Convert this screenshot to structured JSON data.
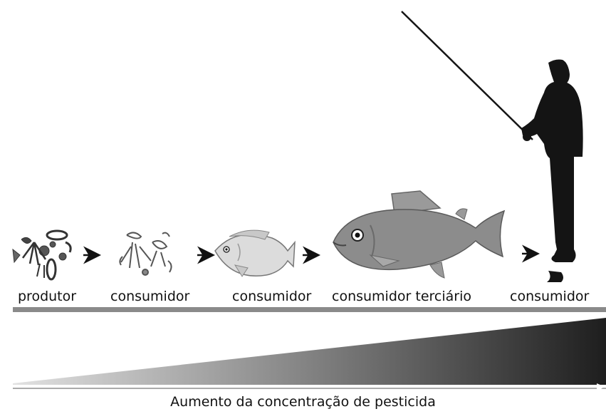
{
  "chain": {
    "labels": [
      "produtor",
      "consumidor",
      "consumidor",
      "consumidor terciário",
      "consumidor"
    ]
  },
  "caption": "Aumento da concentração de pesticida",
  "colors": {
    "silhouette": "#141414",
    "fish_large": "#8c8c8c",
    "fish_small": "#d9d9d9",
    "bar": "#8a8a8a",
    "wedge_dark": "#1e1e1e",
    "wedge_light": "#e2e2e2"
  },
  "icons": [
    "plankton-icon",
    "zooplankton-icon",
    "small-fish-icon",
    "large-fish-icon",
    "fisherman-icon",
    "arrow-right-icon"
  ]
}
